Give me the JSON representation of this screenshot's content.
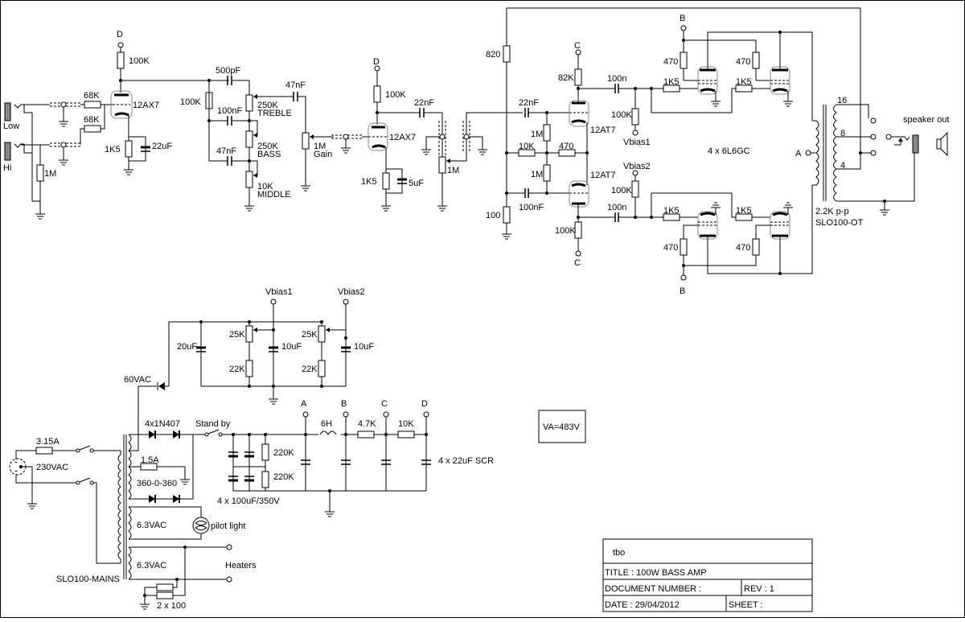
{
  "labels": {
    "in_low": "Low",
    "in_hi": "Hi",
    "r_68k_1": "68K",
    "r_68k_2": "68K",
    "r_1m_in": "1M",
    "v1_supply": "D",
    "r_100k_v1": "100K",
    "v1_tube": "12AX7",
    "r_1k5_v1": "1K5",
    "c_22uf": "22uF",
    "c_500pf": "500pF",
    "r_100k_ts": "100K",
    "c_100nf_ts": "100nF",
    "c_47nf_ts": "47nF",
    "pot_treble_val": "250K",
    "pot_treble": "TREBLE",
    "pot_bass_val": "250K",
    "pot_bass": "BASS",
    "pot_mid_val": "10K",
    "pot_mid": "MIDDLE",
    "c_47nf": "47nF",
    "pot_gain_val": "1M",
    "pot_gain": "Gain",
    "v2_supply": "D",
    "r_100k_v2": "100K",
    "v2_tube": "12AX7",
    "r_1k5_v2": "1K5",
    "c_5uf": "5uF",
    "c_22nf_v2": "22nF",
    "pot_1m_master": "1M",
    "r_820": "820",
    "r_100": "100",
    "c_22nf_pi": "22nF",
    "r_1m_a": "1M",
    "r_1m_b": "1M",
    "r_10k_pi": "10K",
    "r_470_pi": "470",
    "c_100nf_pi": "100nF",
    "pi_supply_top": "C",
    "pi_supply_bot": "C",
    "r_82k": "82K",
    "r_100k_pi": "100K",
    "pi_tube_top": "12AT7",
    "pi_tube_bot": "12AT7",
    "c_100n_top": "100n",
    "c_100n_bot": "100n",
    "r_100k_b1": "100K",
    "r_100k_b2": "100K",
    "vbias1": "Vbias1",
    "vbias2": "Vbias2",
    "r_1k5_a": "1K5",
    "r_1k5_b": "1K5",
    "r_1k5_c": "1K5",
    "r_1k5_d": "1K5",
    "r_470_a": "470",
    "r_470_b": "470",
    "r_470_c": "470",
    "r_470_d": "470",
    "power_tubes": "4 x 6L6GC",
    "pt_supply_top": "B",
    "pt_supply_bot": "B",
    "ot_center": "A",
    "ot_tap_16": "16",
    "ot_tap_8": "8",
    "ot_tap_4": "4",
    "ot_imp": "2.2K p-p",
    "ot_name": "SLO100-OT",
    "speaker_out": "speaker out",
    "bias_vbias1": "Vbias1",
    "bias_vbias2": "Vbias2",
    "bias_c20": "20uF",
    "bias_pot1": "25K",
    "bias_pot2": "25K",
    "bias_r1": "22K",
    "bias_r2": "22K",
    "bias_c10a": "10uF",
    "bias_c10b": "10uF",
    "bias_ac": "60VAC",
    "fuse_main": "3.15A",
    "mains_v": "230VAC",
    "fuse_ht": "1.5A",
    "ht_sec": "360-0-360",
    "diodes": "4x1N407",
    "standby": "Stand by",
    "fil1": "6.3VAC",
    "fil2": "6.3VAC",
    "pilot": "pilot light",
    "heaters": "Heaters",
    "heater_r": "2 x 100",
    "pt_name": "SLO100-MAINS",
    "res_caps": "4 x 100uF/350V",
    "r_220k_a": "220K",
    "r_220k_b": "220K",
    "node_a": "A",
    "node_b": "B",
    "node_c": "C",
    "node_d": "D",
    "choke": "6H",
    "r_4k7": "4.7K",
    "r_10k_ps": "10K",
    "filter_caps": "4 x 22uF SCR",
    "va_note": "VA=483V"
  },
  "title_block": {
    "author": "tbo",
    "title": "TITLE : 100W BASS AMP",
    "doc_number": "DOCUMENT NUMBER :",
    "rev": "REV : 1",
    "date": "DATE : 29/04/2012",
    "sheet": "SHEET :"
  }
}
